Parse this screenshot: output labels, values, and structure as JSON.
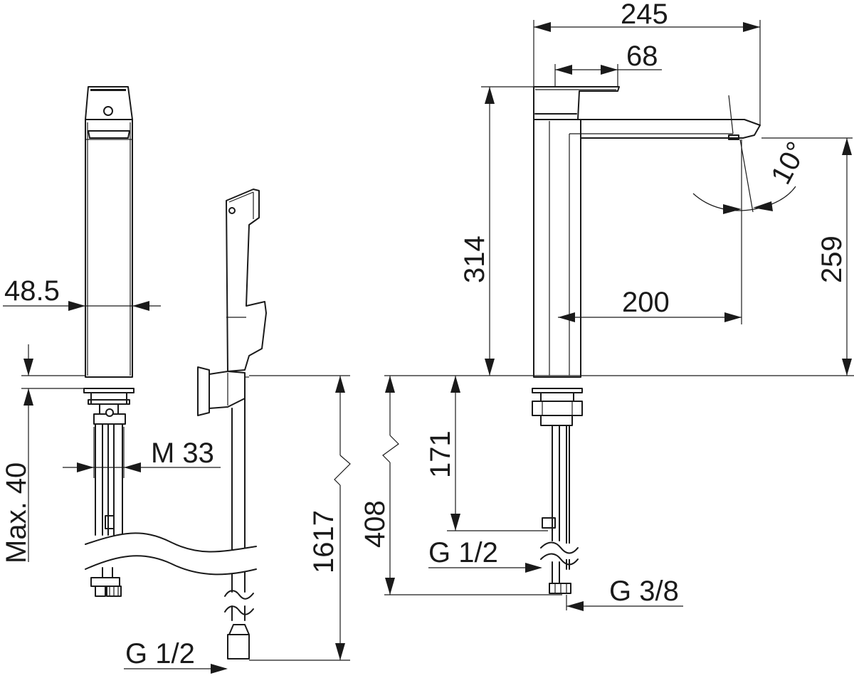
{
  "dimensions": {
    "total_width": "245",
    "handle_width": "68",
    "total_height": "314",
    "spout_height": "259",
    "spout_reach": "200",
    "swivel_angle": "10°",
    "body_width": "48.5",
    "max_thickness": "Max. 40",
    "thread": "M 33",
    "hose_length": "1617",
    "supply_length": "408",
    "supply_vertical": "171",
    "inlet_connection": "G 1/2",
    "supply_connection": "G 3/8",
    "hand_shower_connection": "G 1/2"
  }
}
